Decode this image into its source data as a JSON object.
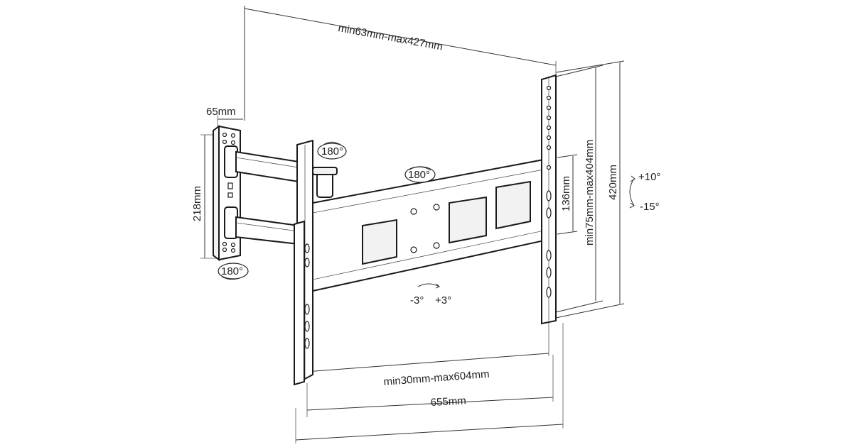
{
  "dimensions": {
    "arm_extension": "min63mm-max427mm",
    "wall_plate_depth": "65mm",
    "wall_plate_height": "218mm",
    "vesa_horizontal": "min30mm-max604mm",
    "bracket_width": "655mm",
    "vesa_vertical": "min75mm-max404mm",
    "bracket_height": "420mm",
    "center_spacing": "136mm"
  },
  "rotations": {
    "swivel_arm_top": "180°",
    "swivel_wall_bottom": "180°",
    "swivel_center": "180°"
  },
  "tilt": {
    "up": "+10°",
    "down": "-15°"
  },
  "level_adjust": {
    "left": "-3°",
    "right": "+3°"
  },
  "icons": [
    "rotation-arrow-icon",
    "tilt-arrow-icon",
    "level-arrow-icon"
  ]
}
